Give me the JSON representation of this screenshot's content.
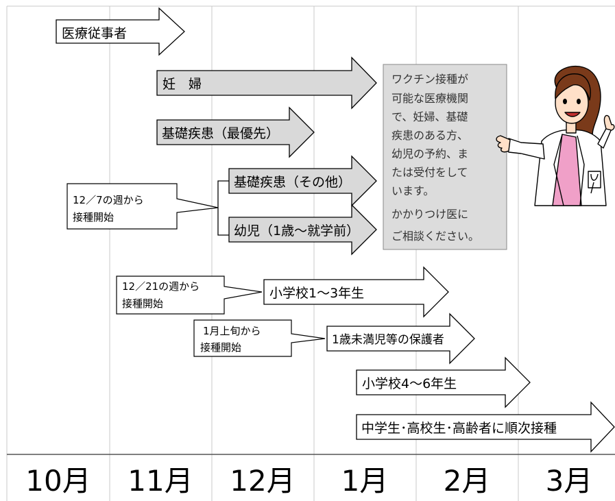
{
  "arrows": {
    "medical_workers": "医療従事者",
    "pregnant": "妊　婦",
    "underlying_priority": "基礎疾患（最優先）",
    "underlying_other": "基礎疾患（その他）",
    "toddlers": "幼児（1歳〜就学前）",
    "elementary_1_3": "小学校1〜3年生",
    "guardians_infants": "1歳未満児等の保護者",
    "elementary_4_6": "小学校4〜6年生",
    "secondary_elderly": "中学生･高校生･高齢者に順次接種"
  },
  "callouts": {
    "dec7": [
      "12／7の週から",
      "接種開始"
    ],
    "dec21": [
      "12／21の週から",
      "接種開始"
    ],
    "early_jan": [
      "1月上旬から",
      "接種開始"
    ]
  },
  "note": {
    "lines": [
      "ワクチン接種が",
      "可能な医療機関",
      "で、妊婦、基礎",
      "疾患のある方、",
      "幼児の予約、ま",
      "たは受付をして",
      "います。",
      "かかりつけ医に",
      "ご相談ください。"
    ]
  },
  "months": [
    "10月",
    "11月",
    "12月",
    "1月",
    "2月",
    "3月"
  ],
  "colors": {
    "arrow_gray": "#d9d9d9",
    "arrow_white": "#ffffff",
    "note_bg": "#dcdcdc",
    "grid": "#c8c8c8",
    "coat": "#ffffff",
    "blouse": "#f0a0c8",
    "hair": "#7a3a1a"
  },
  "illustration": "doctor-illustration"
}
